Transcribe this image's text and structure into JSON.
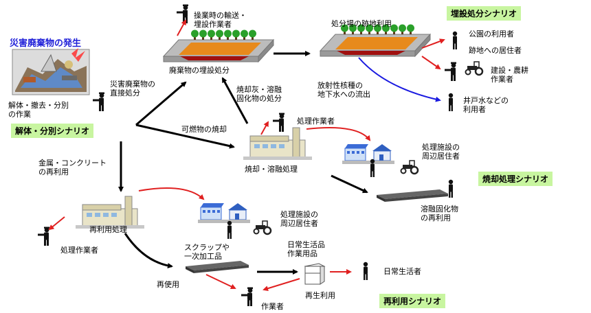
{
  "title": "災害廃棄物の発生",
  "scenarios": {
    "burial": "埋設処分シナリオ",
    "dismantle": "解体・分別シナリオ",
    "incineration": "焼却処理シナリオ",
    "recycle": "再利用シナリオ"
  },
  "labels": {
    "demolition_work": "解体・撤去・分別\nの作業",
    "transport_workers": "操業時の輸送・\n埋設作業者",
    "landfill_burial": "廃棄物の埋設処分",
    "site_reuse": "処分場の跡地利用",
    "park_users": "公園の利用者",
    "site_residents": "跡地への居住者",
    "construction_farm": "建設・農耕\n作業者",
    "well_users": "井戸水などの\n利用者",
    "groundwater": "放射性核種の\n地下水への流出",
    "direct_disposal": "災害廃棄物の\n直接処分",
    "ash_disposal": "焼却灰・溶融\n固化物の処分",
    "combustible": "可燃物の焼却",
    "processing_workers_top": "処理作業者",
    "incineration_plant": "焼却・溶融処理",
    "residents_top": "処理施設の\n周辺居住者",
    "slag_reuse": "溶融固化物\nの再利用",
    "metal_concrete": "金属・コンクリート\nの再利用",
    "recycle_plant": "再利用処理",
    "processing_workers_bottom": "処理作業者",
    "residents_bottom": "処理施設の\n周辺居住者",
    "scrap": "スクラップや\n一次加工品",
    "daily_goods": "日常生活品\n作業用品",
    "daily_person": "日常生活者",
    "reuse": "再使用",
    "reuse2": "再生利用",
    "workers": "作業者"
  }
}
